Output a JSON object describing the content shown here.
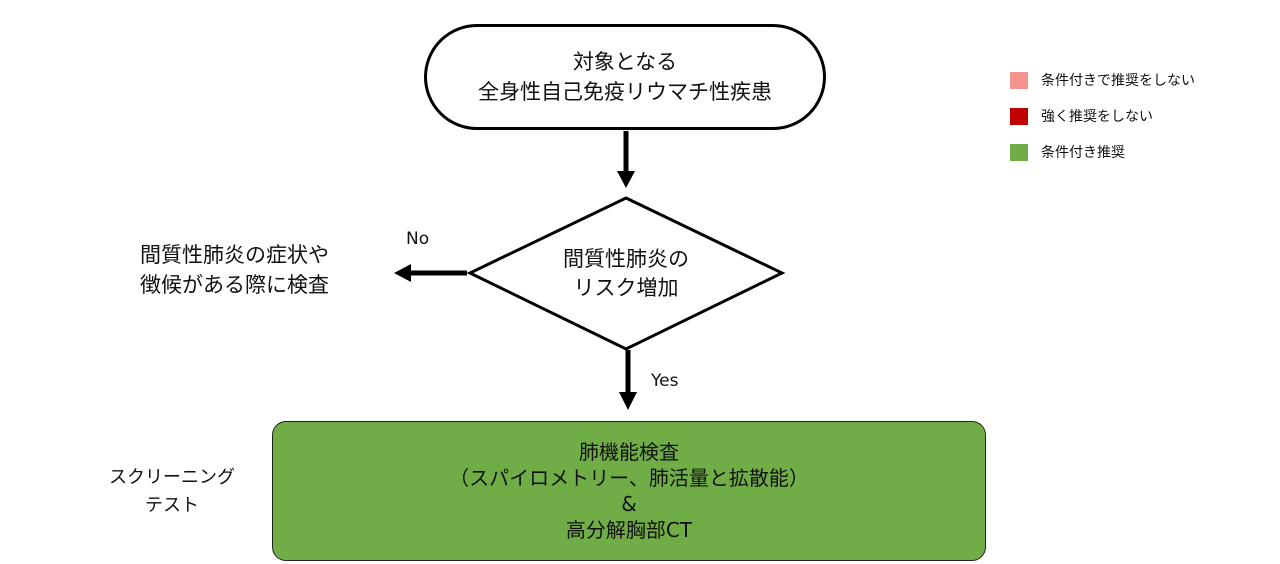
{
  "start": {
    "line1": "対象となる",
    "line2": "全身性自己免疫リウマチ性疾患"
  },
  "decision": {
    "line1": "間質性肺炎の",
    "line2": "リスク増加"
  },
  "branch_no": {
    "label": "No",
    "line1": "間質性肺炎の症状や",
    "line2": "徴候がある際に検査"
  },
  "branch_yes": {
    "label": "Yes"
  },
  "screening": {
    "line1": "肺機能検査",
    "line2": "（スパイロメトリー、肺活量と拡散能）",
    "line3": "&",
    "line4": "高分解胸部CT"
  },
  "stage_label": {
    "line1": "スクリーニング",
    "line2": "テスト"
  },
  "legend": [
    {
      "label": "条件付きで推奨をしない",
      "color": "#f4948f"
    },
    {
      "label": "強く推奨をしない",
      "color": "#c00000"
    },
    {
      "label": "条件付き推奨",
      "color": "#70ad47"
    }
  ],
  "colors": {
    "recommend_box": "#70ad47",
    "line": "#000000"
  }
}
